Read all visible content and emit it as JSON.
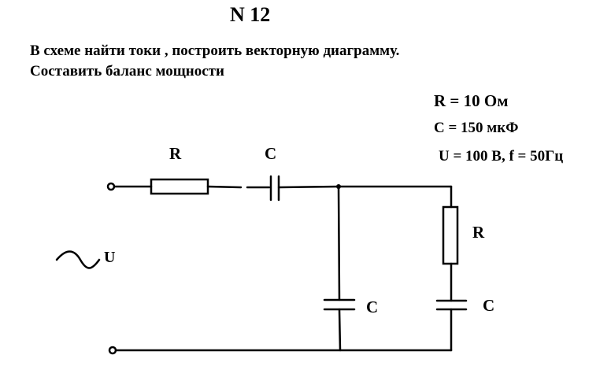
{
  "header": {
    "problem_number": "N 12"
  },
  "task": {
    "line1": "В схеме найти токи , построить векторную диаграмму.",
    "line2": "Составить баланс мощности"
  },
  "parameters": {
    "r": "R =  10 Ом",
    "c": "C = 150 мкФ",
    "u_f": "U = 100 В, f = 50Гц"
  },
  "circuit_labels": {
    "r1": "R",
    "c1": "C",
    "source": "U",
    "r2": "R",
    "c2": "C",
    "c3": "C"
  },
  "colors": {
    "ink": "#000000",
    "background": "#ffffff"
  }
}
